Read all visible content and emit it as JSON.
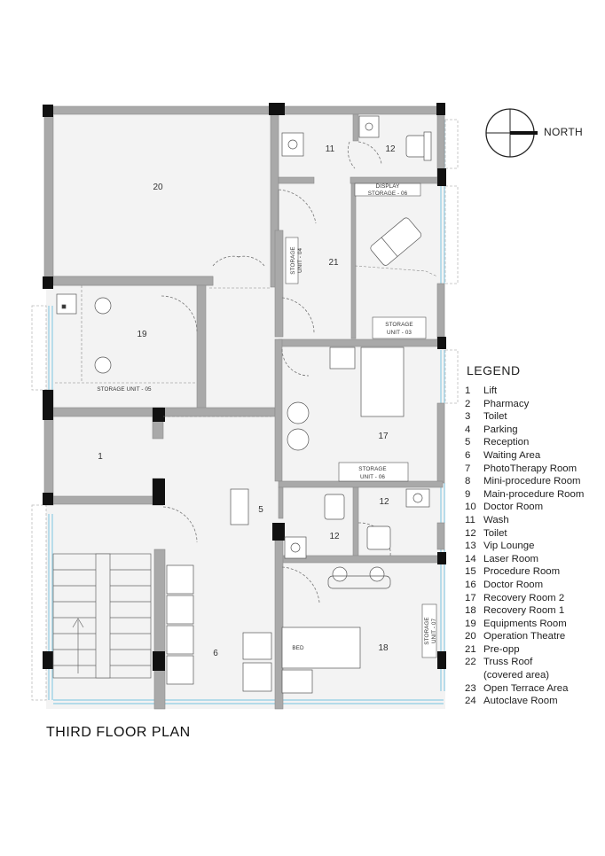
{
  "title": "THIRD FLOOR PLAN",
  "north_label": "NORTH",
  "legend": {
    "title": "LEGEND",
    "items": [
      {
        "num": "1",
        "label": "Lift"
      },
      {
        "num": "2",
        "label": "Pharmacy"
      },
      {
        "num": "3",
        "label": "Toilet"
      },
      {
        "num": "4",
        "label": "Parking"
      },
      {
        "num": "5",
        "label": "Reception"
      },
      {
        "num": "6",
        "label": "Waiting Area"
      },
      {
        "num": "7",
        "label": "PhotoTherapy Room"
      },
      {
        "num": "8",
        "label": "Mini-procedure Room"
      },
      {
        "num": "9",
        "label": "Main-procedure Room"
      },
      {
        "num": "10",
        "label": "Doctor Room"
      },
      {
        "num": "11",
        "label": "Wash"
      },
      {
        "num": "12",
        "label": "Toilet"
      },
      {
        "num": "13",
        "label": "Vip Lounge"
      },
      {
        "num": "14",
        "label": "Laser Room"
      },
      {
        "num": "15",
        "label": "Procedure Room"
      },
      {
        "num": "16",
        "label": "Doctor Room"
      },
      {
        "num": "17",
        "label": "Recovery Room 2"
      },
      {
        "num": "18",
        "label": "Recovery Room 1"
      },
      {
        "num": "19",
        "label": "Equipments Room"
      },
      {
        "num": "20",
        "label": "Operation Theatre"
      },
      {
        "num": "21",
        "label": "Pre-opp"
      },
      {
        "num": "22",
        "label": "Truss Roof"
      },
      {
        "num": "",
        "label": "(covered area)"
      },
      {
        "num": "23",
        "label": "Open Terrace Area"
      },
      {
        "num": "24",
        "label": "Autoclave Room"
      }
    ]
  },
  "rooms": {
    "r20": "20",
    "r11": "11",
    "r12a": "12",
    "r21": "21",
    "r19": "19",
    "r17": "17",
    "r1": "1",
    "r5": "5",
    "r12b": "12",
    "r12c": "12",
    "r6": "6",
    "r18": "18",
    "bed": "BED"
  },
  "labels": {
    "display": "DISPLAY",
    "storage06_top": "STORAGE - 06",
    "storage_unit04_a": "STORAGE",
    "storage_unit04_b": "UNIT - 04",
    "storage03_a": "STORAGE",
    "storage03_b": "UNIT - 03",
    "storage05": "STORAGE UNIT - 05",
    "storage06_a": "STORAGE",
    "storage06_b": "UNIT - 06",
    "storage07_a": "STORAGE",
    "storage07_b": "UNIT - 07"
  }
}
